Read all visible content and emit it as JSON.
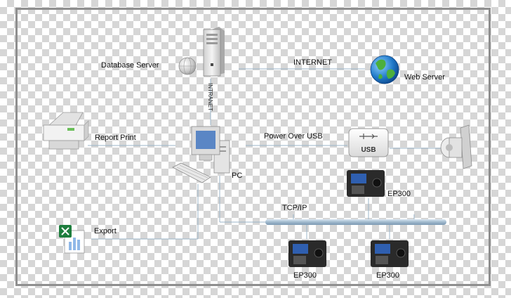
{
  "labels": {
    "database_server": "Database Server",
    "internet": "INTERNET",
    "web_server": "Web Server",
    "intranet": "INTRANET",
    "report_print": "Report Print",
    "power_over_usb": "Power Over USB",
    "pc": "PC",
    "tcp_ip": "TCP/IP",
    "export": "Export",
    "ep300_usb": "EP300",
    "ep300_left": "EP300",
    "ep300_right": "EP300"
  },
  "usb_icon": {
    "text": "USB"
  },
  "colors": {
    "line": "#9bb4c8",
    "bus": "#a8bfd2",
    "frame": "#8f8f8f",
    "device_body": "#2a2a2a",
    "screen": "#2f5fb0"
  },
  "icons": [
    "server-icon",
    "globe-icon",
    "printer-icon",
    "pc-icon",
    "usb-icon",
    "camera-icon",
    "excel-icon",
    "terminal-icon"
  ]
}
